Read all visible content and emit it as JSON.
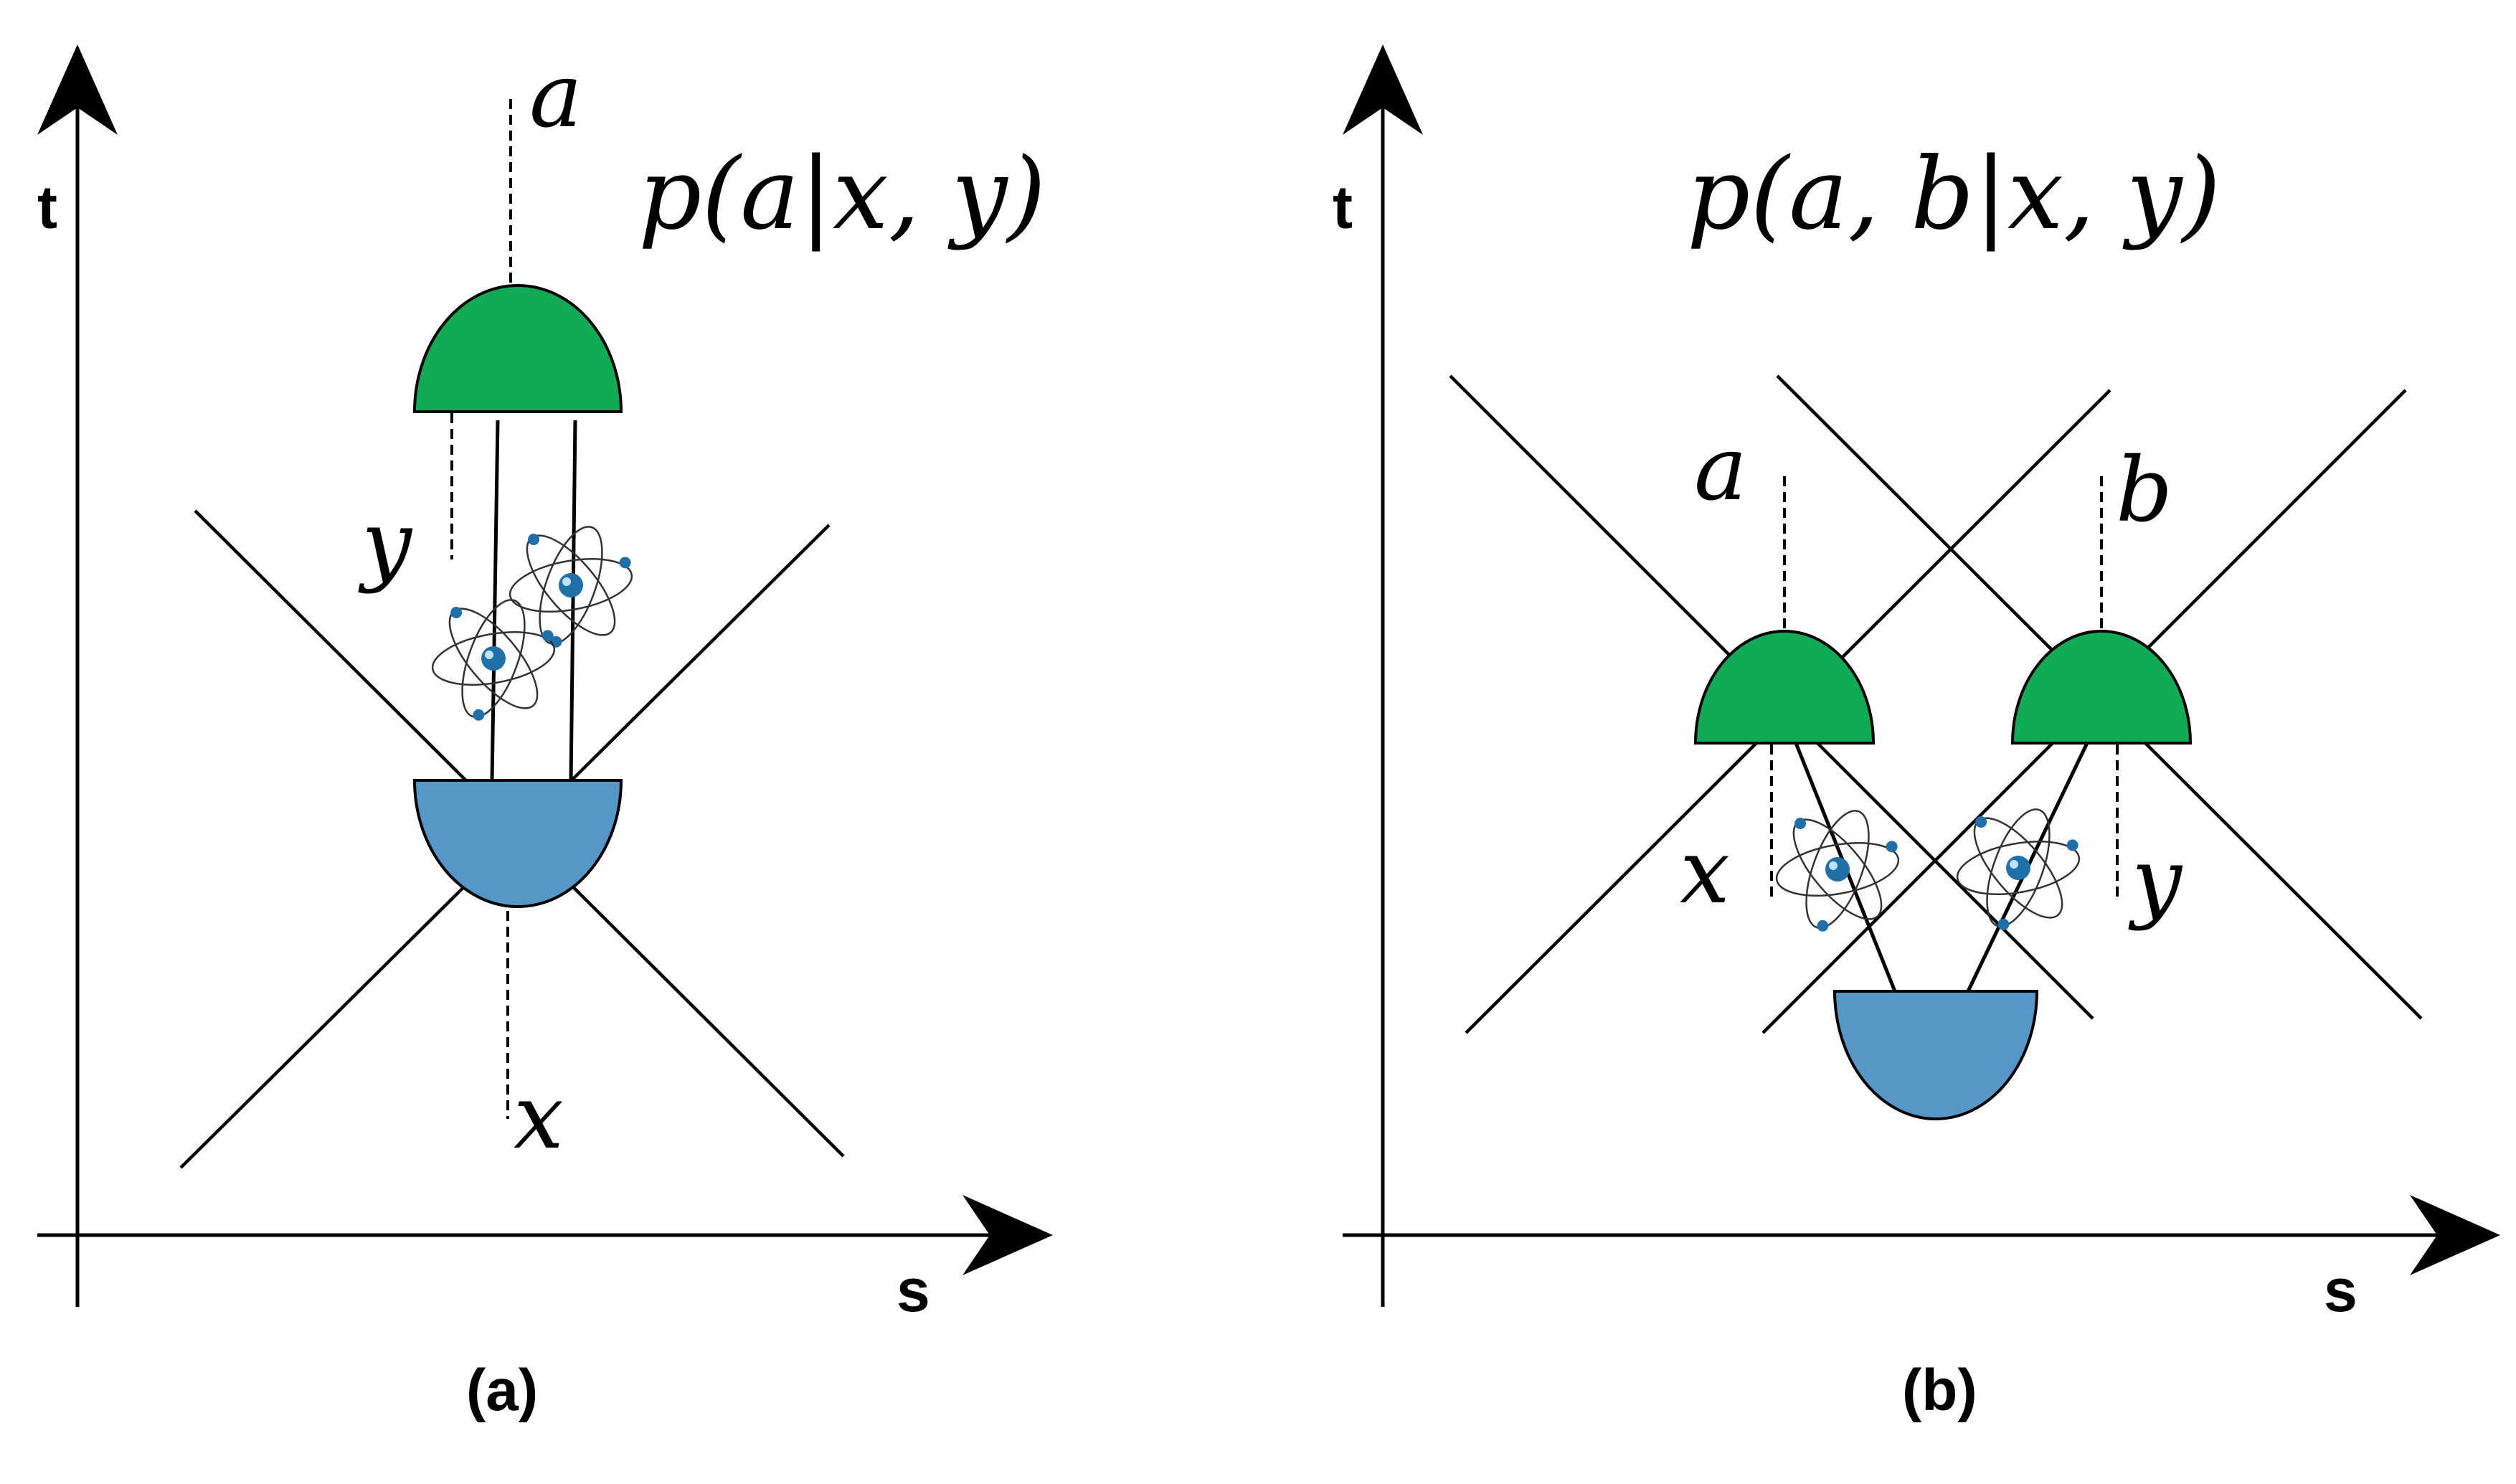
{
  "colors": {
    "detector": "#11aa55",
    "source": "#5597c7",
    "line": "#000000",
    "nucleus": "#1f6fa8"
  },
  "icons": {
    "atom": "atom-icon",
    "detector": "detector-icon",
    "source": "source-icon"
  },
  "panel_a": {
    "caption": "(a)",
    "axis_t": "t",
    "axis_s": "s",
    "formula": "p(a|x, y)",
    "label_a": "a",
    "label_x": "x",
    "label_y": "y"
  },
  "panel_b": {
    "caption": "(b)",
    "axis_t": "t",
    "axis_s": "s",
    "formula": "p(a, b|x, y)",
    "label_a": "a",
    "label_b": "b",
    "label_x": "x",
    "label_y": "y"
  }
}
